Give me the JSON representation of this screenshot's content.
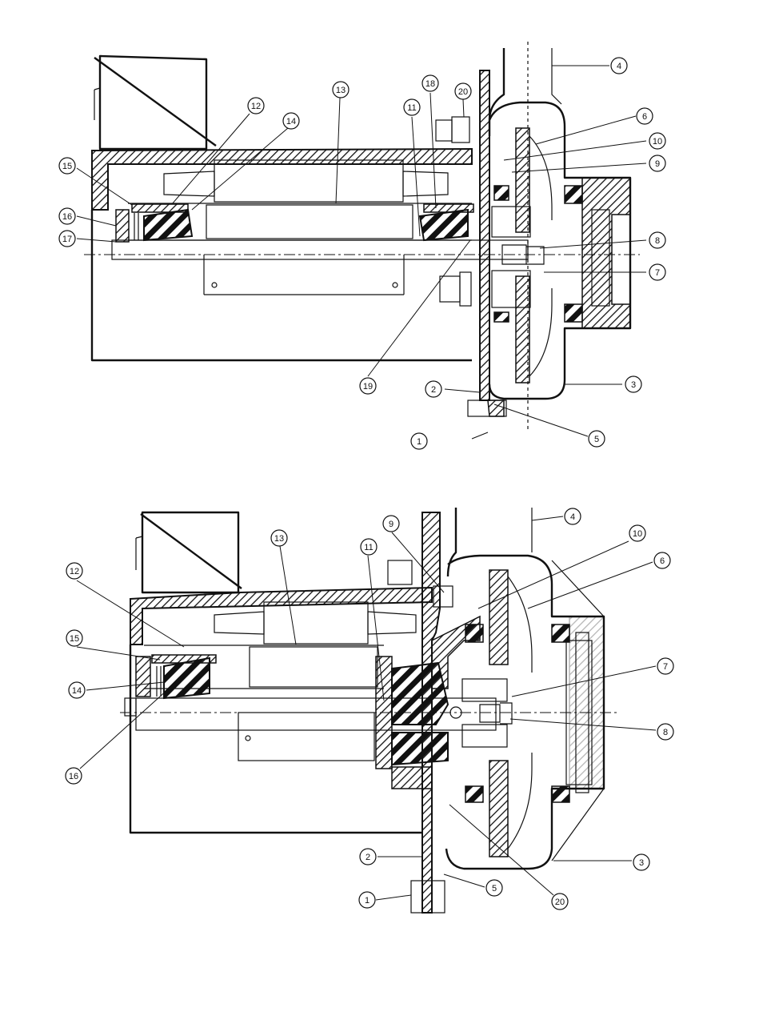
{
  "diagrams": [
    {
      "id": "upper",
      "callouts": [
        {
          "label": "1"
        },
        {
          "label": "2"
        },
        {
          "label": "3"
        },
        {
          "label": "4"
        },
        {
          "label": "5"
        },
        {
          "label": "6"
        },
        {
          "label": "7"
        },
        {
          "label": "8"
        },
        {
          "label": "9"
        },
        {
          "label": "10"
        },
        {
          "label": "11"
        },
        {
          "label": "12"
        },
        {
          "label": "13"
        },
        {
          "label": "14"
        },
        {
          "label": "15"
        },
        {
          "label": "16"
        },
        {
          "label": "17"
        },
        {
          "label": "18"
        },
        {
          "label": "19"
        },
        {
          "label": "20"
        }
      ]
    },
    {
      "id": "lower",
      "callouts": [
        {
          "label": "1"
        },
        {
          "label": "2"
        },
        {
          "label": "3"
        },
        {
          "label": "4"
        },
        {
          "label": "5"
        },
        {
          "label": "6"
        },
        {
          "label": "7"
        },
        {
          "label": "8"
        },
        {
          "label": "9"
        },
        {
          "label": "10"
        },
        {
          "label": "11"
        },
        {
          "label": "12"
        },
        {
          "label": "13"
        },
        {
          "label": "14"
        },
        {
          "label": "15"
        },
        {
          "label": "16"
        },
        {
          "label": "20"
        }
      ]
    }
  ]
}
